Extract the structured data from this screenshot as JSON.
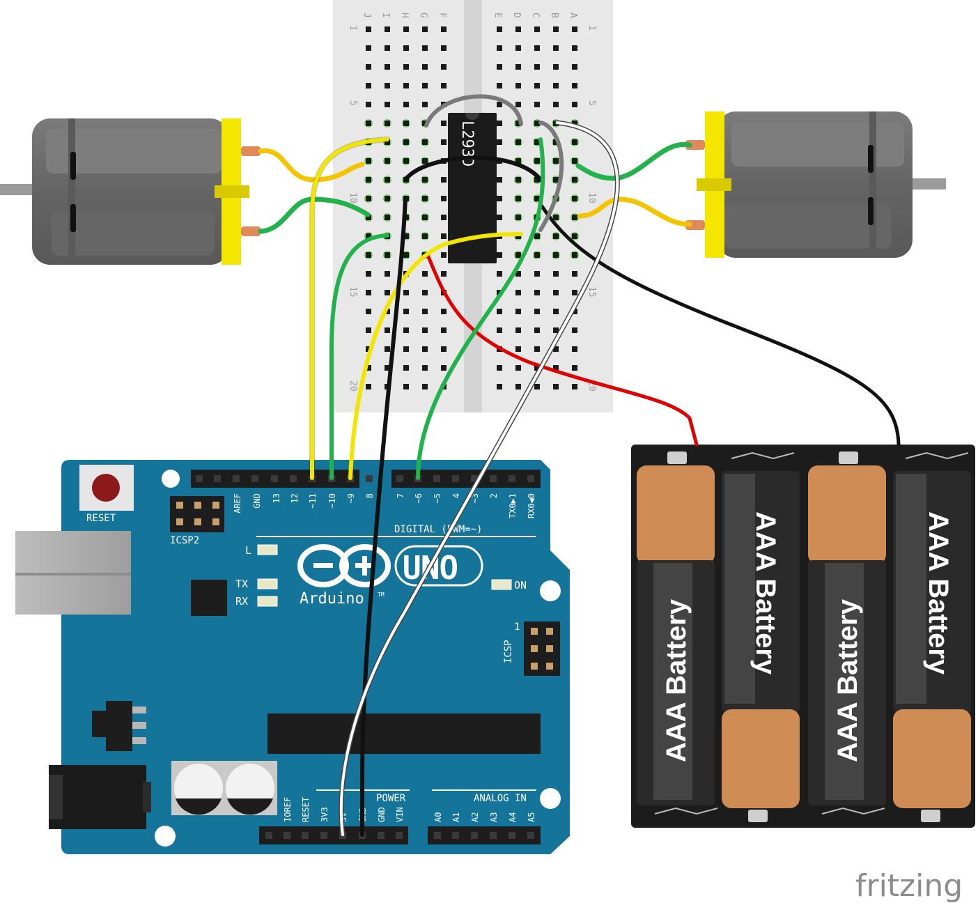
{
  "breadboard": {
    "col_letters_left": [
      "J",
      "I",
      "H",
      "G",
      "F"
    ],
    "col_letters_right": [
      "E",
      "D",
      "C",
      "B",
      "A"
    ],
    "row_numbers": [
      "1",
      "5",
      "10",
      "15",
      "20"
    ]
  },
  "ic": {
    "label": "L293D"
  },
  "arduino": {
    "reset_label": "RESET",
    "icsp2_label": "ICSP2",
    "icsp_label": "ICSP",
    "icsp_pin1": "1",
    "led_l": "L",
    "led_tx": "TX",
    "led_rx": "RX",
    "led_on": "ON",
    "brand": "Arduino",
    "tm": "TM",
    "model": "UNO",
    "digital_label": "DIGITAL (PWM=~)",
    "digital_pins": [
      "AREF",
      "GND",
      "13",
      "12",
      "~11",
      "~10",
      "~9",
      "8",
      "7",
      "~6",
      "~5",
      "4",
      "~3",
      "2",
      "TX0▶1",
      "RX0◀0"
    ],
    "power_label": "POWER",
    "analog_label": "ANALOG IN",
    "power_pins": [
      "IOREF",
      "RESET",
      "3V3",
      "5V",
      "GND",
      "GND",
      "VIN"
    ],
    "analog_pins": [
      "A0",
      "A1",
      "A2",
      "A3",
      "A4",
      "A5"
    ]
  },
  "battery_pack": {
    "cells": [
      "AAA Battery",
      "AAA Battery",
      "AAA Battery",
      "AAA Battery"
    ]
  },
  "wire_colors": {
    "yellow": "#f2e600",
    "green": "#22b24c",
    "black": "#111111",
    "white": "#ffffff",
    "gray": "#7a7a7a",
    "red": "#e00000",
    "motor_yellow": "#f5c400"
  },
  "colors": {
    "arduino_board": "#15749a",
    "breadboard": "#e6e6e6",
    "motor_body": "#6f6f6f",
    "motor_cap": "#f5e600"
  },
  "watermark": "fritzing"
}
